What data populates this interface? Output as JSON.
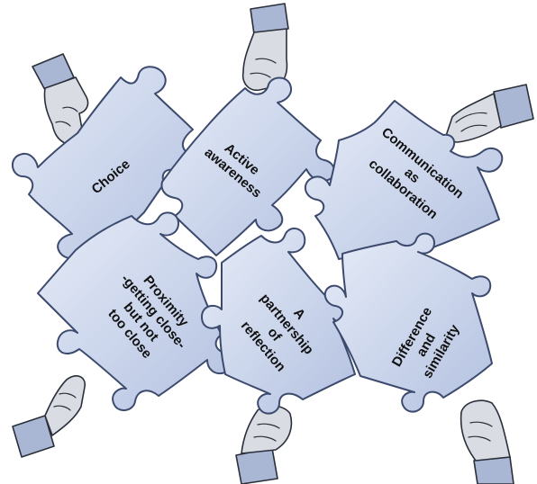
{
  "pieces": {
    "choice": [
      "Choice"
    ],
    "active_awareness": [
      "Active",
      "awareness"
    ],
    "communication": [
      "Communication",
      "as",
      "collaboration"
    ],
    "proximity": [
      "Proximity",
      "-getting close-",
      "but not",
      "too close"
    ],
    "partnership": [
      "A",
      "partnership",
      "of",
      "reflection"
    ],
    "difference": [
      "Difference",
      "and",
      "similarity"
    ]
  },
  "colors": {
    "piece_fill_light": "#e4eaf7",
    "piece_fill_dark": "#b7c4e2",
    "piece_stroke": "#3c4a6e",
    "cuff": "#a9b7d4",
    "hand": "#d9dce3"
  }
}
